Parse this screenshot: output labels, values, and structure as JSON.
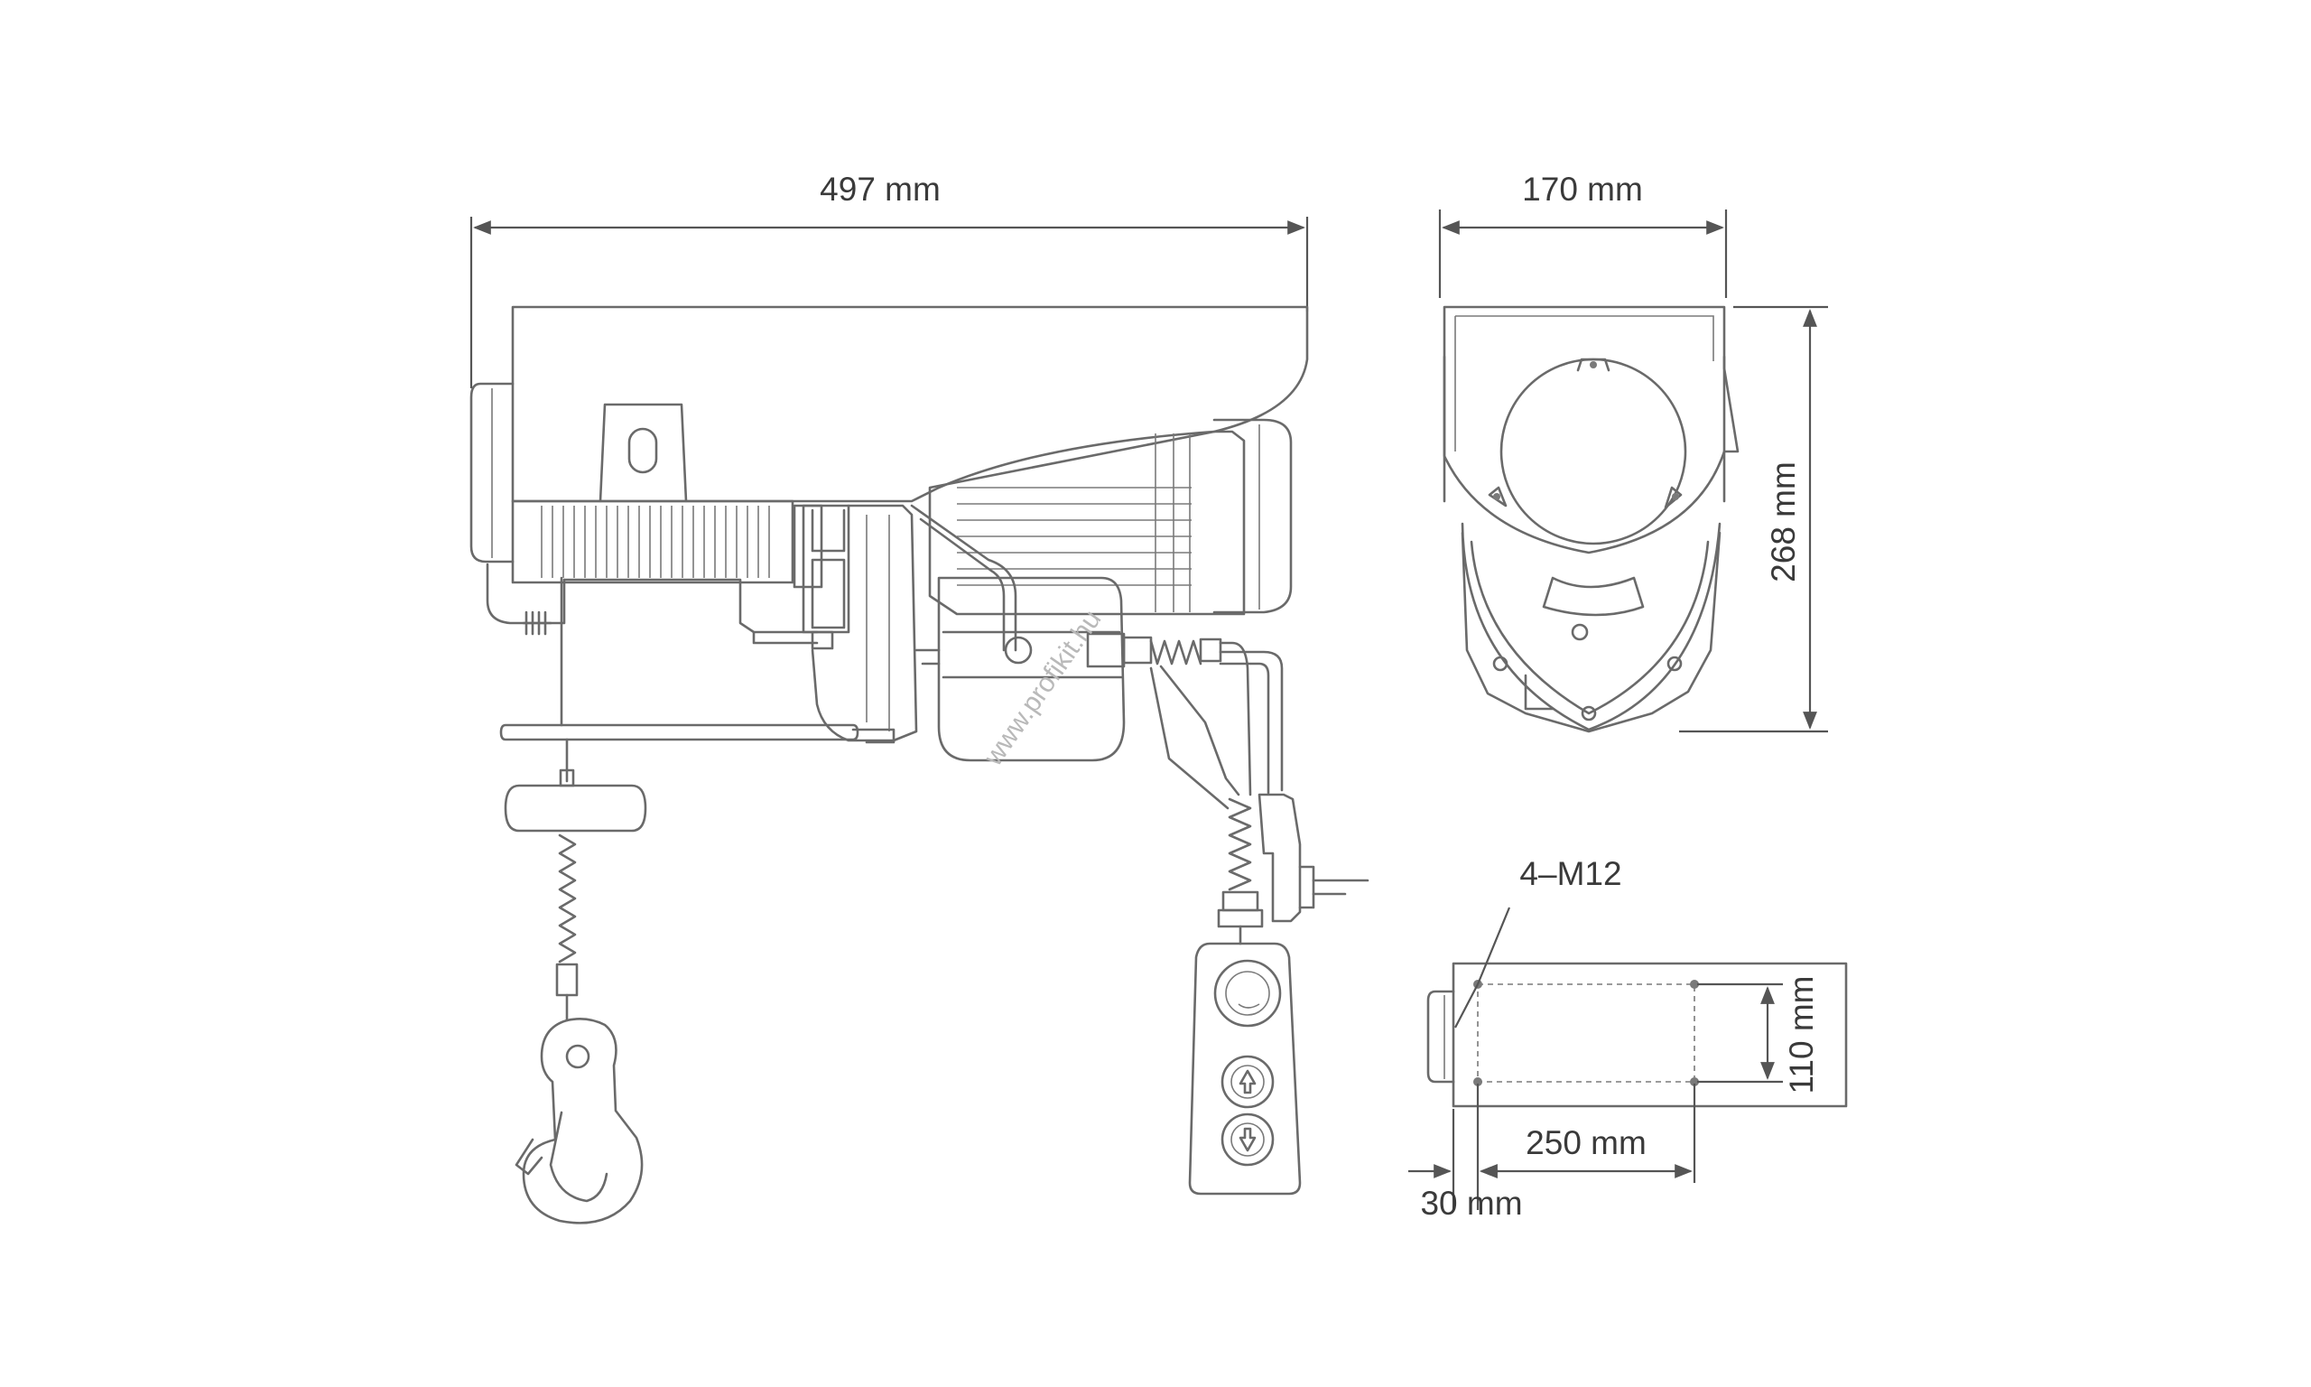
{
  "dimensions": {
    "width_top": "497 mm",
    "depth_top": "170 mm",
    "height_side": "268 mm",
    "mount_holes": "4–M12",
    "hole_spacing_x": "250 mm",
    "hole_spacing_y": "110 mm",
    "hole_offset": "30 mm"
  },
  "watermark": "www.profikit.hu",
  "icons": {
    "up_button": "arrow-up-icon",
    "down_button": "arrow-down-icon",
    "stop_button": "emergency-stop-icon"
  },
  "colors": {
    "line": "#6a6a6a",
    "text": "#3a3a3a",
    "background": "#ffffff"
  }
}
